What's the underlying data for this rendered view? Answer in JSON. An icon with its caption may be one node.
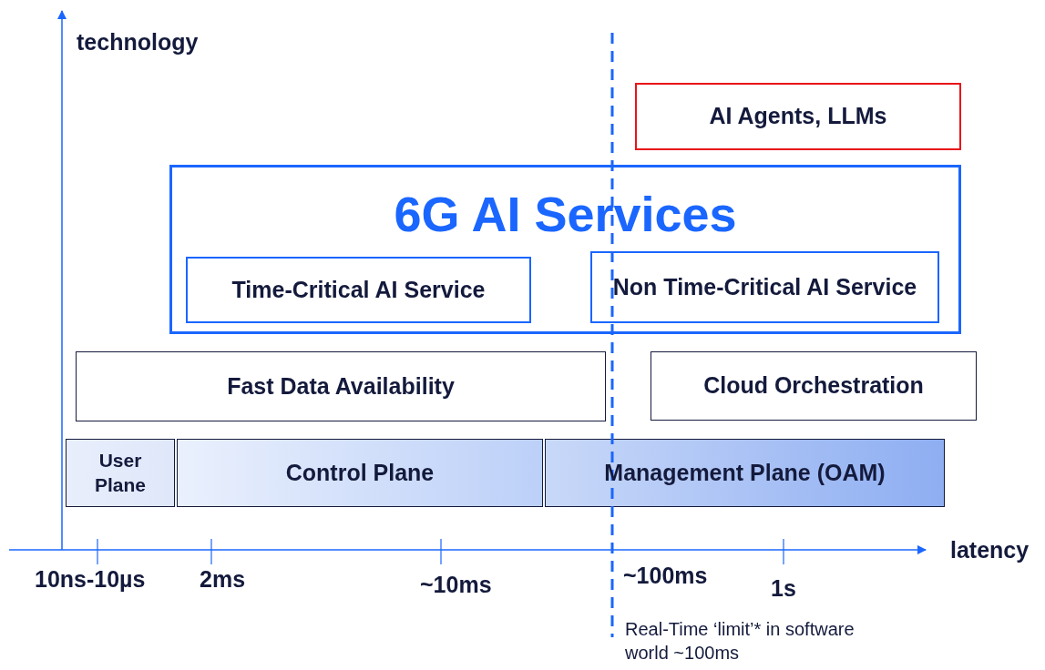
{
  "diagram": {
    "nodes": [
      {
        "text": [
          "AI Agents, LLMs"
        ]
      },
      {
        "text": [
          "6G AI Services"
        ]
      },
      {
        "text": [
          "Time-Critical AI Service"
        ],
        "in": 1
      },
      {
        "text": [
          "Non Time-Critical AI Service"
        ],
        "in": 1
      },
      {
        "text": [
          "Fast Data Availability"
        ]
      },
      {
        "text": [
          "Cloud Orchestration"
        ]
      },
      {
        "text": [
          "User Plane"
        ]
      },
      {
        "text": [
          "Control Plane"
        ]
      },
      {
        "text": [
          "Management Plane (OAM)"
        ]
      }
    ],
    "labels": [
      "technology",
      "latency",
      "10ns-10µs",
      "2ms",
      "~10ms",
      "~100ms",
      "1s",
      "Real-Time ‘limit’* in software world ~100ms"
    ]
  }
}
